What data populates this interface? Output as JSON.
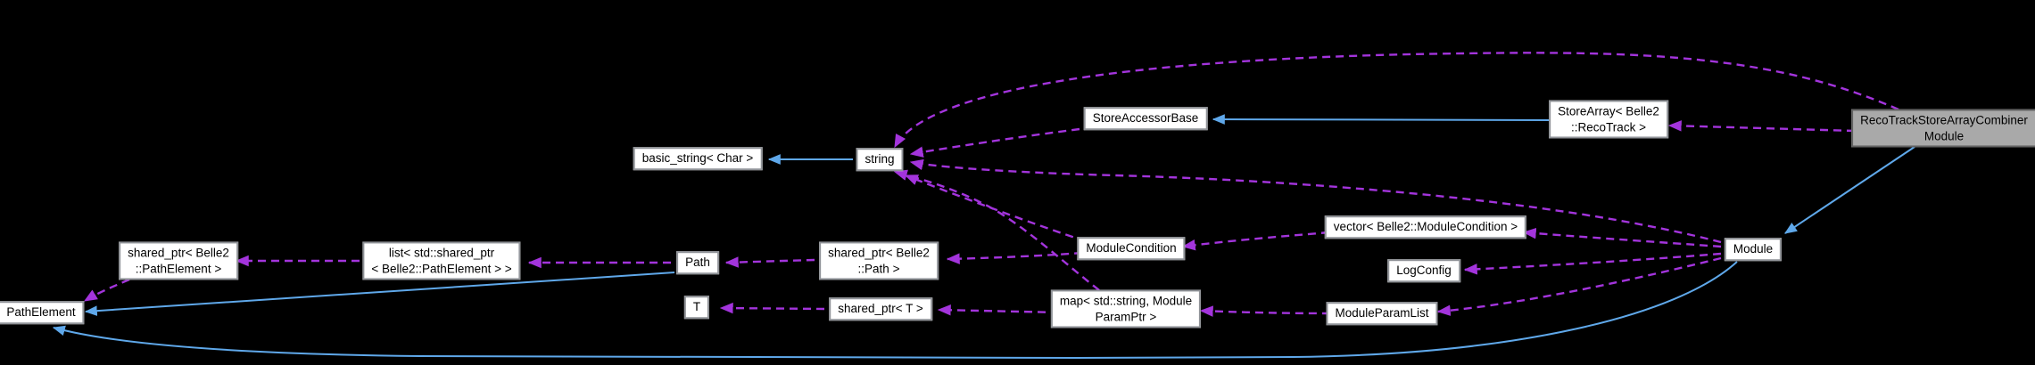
{
  "diagram": {
    "type": "doxygen-collaboration-graph",
    "background": "#000000",
    "colors": {
      "node_fill": "#ffffff",
      "node_border": "#909398",
      "highlight_fill": "#a9a9a9",
      "highlight_border": "#626262",
      "text": "#000000",
      "inheritance_edge": "#5fa8ea",
      "usage_edge": "#a334dc"
    },
    "nodes": {
      "pathelement": {
        "label": "PathElement"
      },
      "sp_pathelement": {
        "label": "shared_ptr< Belle2\n::PathElement >"
      },
      "list_sp_pathelement": {
        "label": "list< std::shared_ptr\n< Belle2::PathElement > >"
      },
      "path": {
        "label": "Path"
      },
      "sp_path": {
        "label": "shared_ptr< Belle2\n::Path >"
      },
      "t": {
        "label": "T"
      },
      "sp_t": {
        "label": "shared_ptr< T >"
      },
      "map_string_moduleparamptr": {
        "label": "map< std::string, Module\nParamPtr >"
      },
      "moduleparamlist": {
        "label": "ModuleParamList"
      },
      "basic_string": {
        "label": "basic_string< Char >"
      },
      "string": {
        "label": "string"
      },
      "storeaccessorbase": {
        "label": "StoreAccessorBase"
      },
      "storearray_recotrack": {
        "label": "StoreArray< Belle2\n::RecoTrack >"
      },
      "recotrackstorearraycombinermodule": {
        "label": "RecoTrackStoreArrayCombiner\nModule"
      },
      "modulecondition": {
        "label": "ModuleCondition"
      },
      "vector_modulecondition": {
        "label": "vector< Belle2::ModuleCondition >"
      },
      "logconfig": {
        "label": "LogConfig"
      },
      "module": {
        "label": "Module"
      }
    },
    "edges": [
      {
        "from": "string",
        "to": "basic_string",
        "kind": "inheritance"
      },
      {
        "from": "storearray_recotrack",
        "to": "storeaccessorbase",
        "kind": "inheritance"
      },
      {
        "from": "recotrackstorearraycombinermodule",
        "to": "module",
        "kind": "inheritance"
      },
      {
        "from": "path",
        "to": "pathelement",
        "kind": "inheritance"
      },
      {
        "from": "module",
        "to": "pathelement",
        "kind": "inheritance"
      },
      {
        "from": "recotrackstorearraycombinermodule",
        "to": "storearray_recotrack",
        "kind": "usage"
      },
      {
        "from": "recotrackstorearraycombinermodule",
        "to": "string",
        "kind": "usage"
      },
      {
        "from": "storeaccessorbase",
        "to": "string",
        "kind": "usage"
      },
      {
        "from": "module",
        "to": "string",
        "kind": "usage"
      },
      {
        "from": "module",
        "to": "vector_modulecondition",
        "kind": "usage"
      },
      {
        "from": "module",
        "to": "logconfig",
        "kind": "usage"
      },
      {
        "from": "module",
        "to": "moduleparamlist",
        "kind": "usage"
      },
      {
        "from": "vector_modulecondition",
        "to": "modulecondition",
        "kind": "usage"
      },
      {
        "from": "modulecondition",
        "to": "sp_path",
        "kind": "usage"
      },
      {
        "from": "modulecondition",
        "to": "string",
        "kind": "usage"
      },
      {
        "from": "map_string_moduleparamptr",
        "to": "string",
        "kind": "usage"
      },
      {
        "from": "map_string_moduleparamptr",
        "to": "sp_t",
        "kind": "usage"
      },
      {
        "from": "sp_t",
        "to": "t",
        "kind": "usage"
      },
      {
        "from": "sp_path",
        "to": "path",
        "kind": "usage"
      },
      {
        "from": "path",
        "to": "list_sp_pathelement",
        "kind": "usage"
      },
      {
        "from": "list_sp_pathelement",
        "to": "sp_pathelement",
        "kind": "usage"
      },
      {
        "from": "sp_pathelement",
        "to": "pathelement",
        "kind": "usage"
      },
      {
        "from": "moduleparamlist",
        "to": "map_string_moduleparamptr",
        "kind": "usage"
      }
    ]
  }
}
